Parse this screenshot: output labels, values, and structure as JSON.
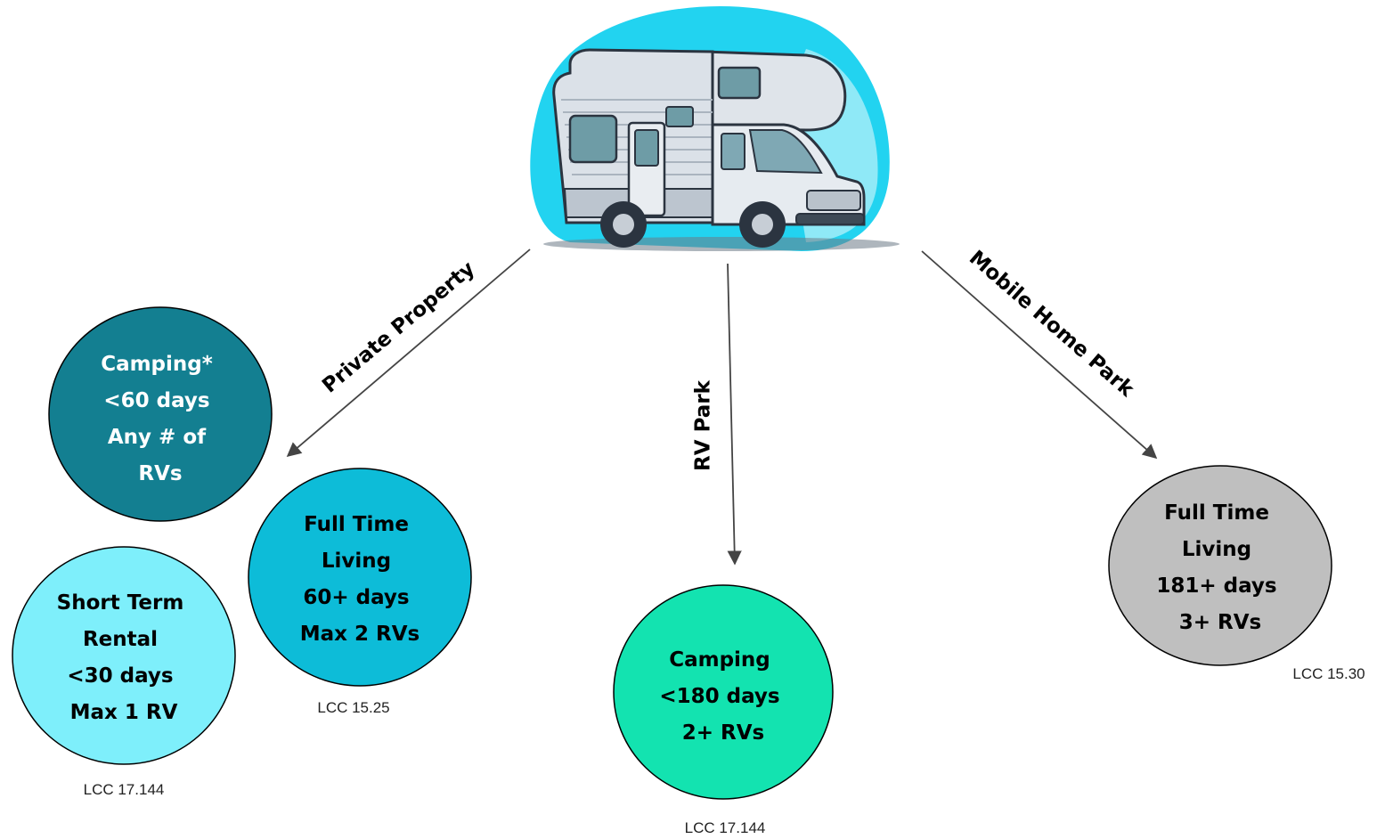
{
  "hub": {
    "icon": "rv-motorhome-icon"
  },
  "edges": {
    "private_property": "Private Property",
    "rv_park": "RV Park",
    "mobile_home_park": "Mobile Home Park"
  },
  "nodes": {
    "camping_private": {
      "lines": [
        "Camping*",
        "<60 days",
        "Any # of",
        "RVs"
      ],
      "fill": "#137f91",
      "text_color": "#ffffff"
    },
    "full_time_private": {
      "lines": [
        "Full Time",
        "Living",
        "60+ days",
        "Max 2 RVs"
      ],
      "fill": "#0dbcd8",
      "text_color": "#000000"
    },
    "short_term": {
      "lines": [
        "Short Term",
        "Rental",
        "<30 days",
        "Max 1 RV"
      ],
      "fill": "#7eeffb",
      "text_color": "#000000"
    },
    "camping_rv_park": {
      "lines": [
        "Camping",
        "<180 days",
        "2+ RVs"
      ],
      "fill": "#13e3b0",
      "text_color": "#000000"
    },
    "full_time_mhp": {
      "lines": [
        "Full Time",
        "Living",
        "181+ days",
        "3+ RVs"
      ],
      "fill": "#bfbfbf",
      "text_color": "#000000"
    }
  },
  "refs": {
    "full_time_private": "LCC 15.25",
    "short_term": "LCC 17.144",
    "camping_rv_park": "LCC 17.144",
    "full_time_mhp": "LCC 15.30"
  }
}
